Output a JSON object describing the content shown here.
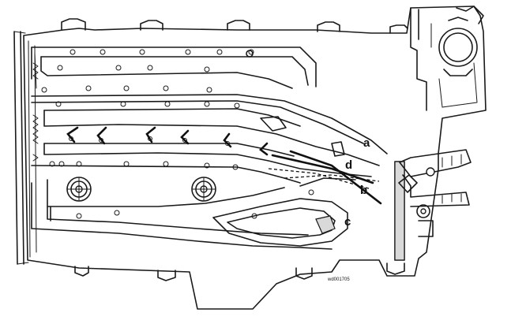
{
  "labels": {
    "a": "a",
    "b": "b",
    "c": "c",
    "d": "d"
  },
  "reference_code": "wd001705"
}
